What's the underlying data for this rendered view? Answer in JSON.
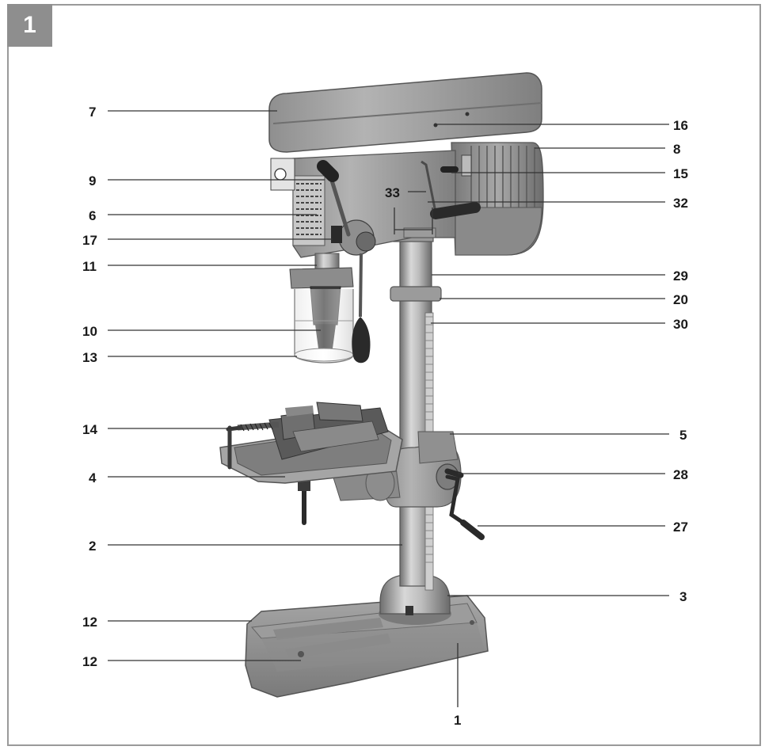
{
  "figure": {
    "number": "1"
  },
  "callouts": [
    {
      "id": "c7",
      "label": "7"
    },
    {
      "id": "c9",
      "label": "9"
    },
    {
      "id": "c6",
      "label": "6"
    },
    {
      "id": "c17",
      "label": "17"
    },
    {
      "id": "c11",
      "label": "11"
    },
    {
      "id": "c10",
      "label": "10"
    },
    {
      "id": "c13",
      "label": "13"
    },
    {
      "id": "c14",
      "label": "14"
    },
    {
      "id": "c4",
      "label": "4"
    },
    {
      "id": "c2",
      "label": "2"
    },
    {
      "id": "c12a",
      "label": "12"
    },
    {
      "id": "c12b",
      "label": "12"
    },
    {
      "id": "c16",
      "label": "16"
    },
    {
      "id": "c8",
      "label": "8"
    },
    {
      "id": "c15",
      "label": "15"
    },
    {
      "id": "c33",
      "label": "33"
    },
    {
      "id": "c32",
      "label": "32"
    },
    {
      "id": "c29",
      "label": "29"
    },
    {
      "id": "c20",
      "label": "20"
    },
    {
      "id": "c30",
      "label": "30"
    },
    {
      "id": "c5",
      "label": "5"
    },
    {
      "id": "c28",
      "label": "28"
    },
    {
      "id": "c27",
      "label": "27"
    },
    {
      "id": "c3",
      "label": "3"
    },
    {
      "id": "c1",
      "label": "1"
    }
  ]
}
